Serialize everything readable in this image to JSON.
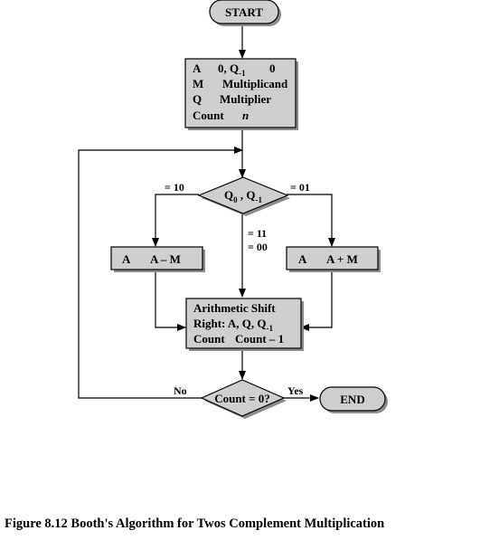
{
  "diagram": {
    "start": "START",
    "init": {
      "line1": {
        "reg": "A",
        "val": "0, Q",
        "sub": "-1",
        "tail": "0"
      },
      "line2": {
        "reg": "M",
        "val": "Multiplicand"
      },
      "line3": {
        "reg": "Q",
        "val": "Multiplier"
      },
      "line4": {
        "reg": "Count",
        "val": "n"
      }
    },
    "test_q": {
      "q0": "Q",
      "q0_sub": "0",
      "sep": " , Q",
      "q1_sub": "-1"
    },
    "label_10": "= 10",
    "label_01": "= 01",
    "label_11": "= 11",
    "label_00": "= 00",
    "sub_box": {
      "reg": "A",
      "expr": "A – M"
    },
    "add_box": {
      "reg": "A",
      "expr": "A + M"
    },
    "shift": {
      "line1": "Arithmetic Shift",
      "line2": "Right: A, Q, Q",
      "line2_sub": "-1",
      "line3_reg": "Count",
      "line3_expr": "Count – 1"
    },
    "test_count": "Count = 0?",
    "label_no": "No",
    "label_yes": "Yes",
    "end": "END"
  },
  "caption": "Figure 8.12  Booth's Algorithm for Twos Complement Multiplication",
  "colors": {
    "fill": "#cfcfcf",
    "stroke": "#000000",
    "shadow": "#8c8c8c"
  }
}
